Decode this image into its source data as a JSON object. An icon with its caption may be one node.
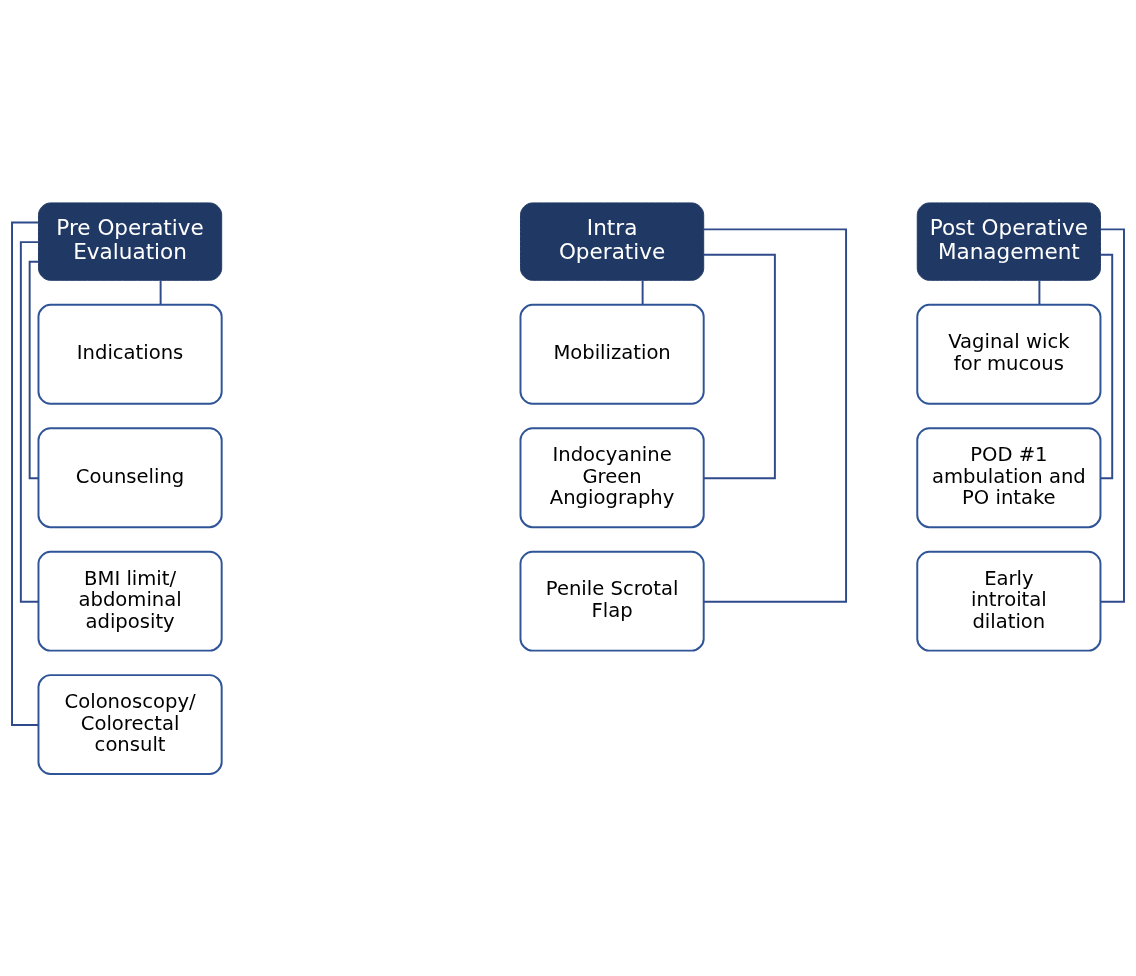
{
  "diagram": {
    "nodes": [
      {
        "text": [
          "Pre Operative Evaluation"
        ]
      },
      {
        "text": [
          "Indications"
        ]
      },
      {
        "text": [
          "Counseling"
        ]
      },
      {
        "text": [
          "BMI limit/ abdominal adiposity"
        ]
      },
      {
        "text": [
          "Colonoscopy/ Colorectal consult"
        ]
      },
      {
        "text": [
          "Intra Operative"
        ]
      },
      {
        "text": [
          "Mobilization"
        ]
      },
      {
        "text": [
          "Indocyanine Green Angiography"
        ]
      },
      {
        "text": [
          "Penile Scrotal Flap"
        ]
      },
      {
        "text": [
          "Post Operative Management"
        ]
      },
      {
        "text": [
          "Vaginal wick for mucous"
        ]
      },
      {
        "text": [
          "POD #1 ambulation and PO intake"
        ]
      },
      {
        "text": [
          "Early introital dilation"
        ]
      }
    ],
    "edges": [
      {
        "from": 0,
        "to": 1,
        "arrow": "none"
      },
      {
        "from": 0,
        "to": 2,
        "arrow": "none"
      },
      {
        "from": 0,
        "to": 3,
        "arrow": "none"
      },
      {
        "from": 0,
        "to": 4,
        "arrow": "none"
      },
      {
        "from": 5,
        "to": 6,
        "arrow": "none"
      },
      {
        "from": 5,
        "to": 7,
        "arrow": "none"
      },
      {
        "from": 5,
        "to": 8,
        "arrow": "none"
      },
      {
        "from": 9,
        "to": 10,
        "arrow": "none"
      },
      {
        "from": 9,
        "to": 11,
        "arrow": "none"
      },
      {
        "from": 9,
        "to": 12,
        "arrow": "none"
      }
    ]
  }
}
